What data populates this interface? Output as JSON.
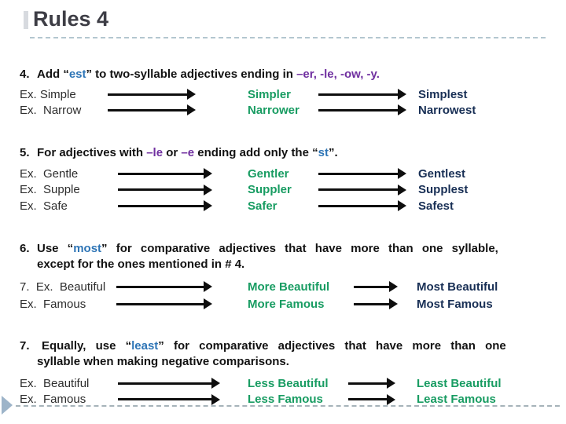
{
  "title": "Rules 4",
  "colors": {
    "keyword_blue": "#2E75B6",
    "suffix_purple": "#7030A0",
    "comparative_green": "#189C62",
    "superlative_navy": "#182F55"
  },
  "rule4": {
    "number": "4.",
    "pre": "Add “",
    "keyword": "est",
    "mid": "” to two-syllable adjectives ending in ",
    "suffixes": "–er, -le, -ow, -y.",
    "examples": [
      {
        "base": "Ex. Simple",
        "comparative": "Simpler",
        "superlative": "Simplest"
      },
      {
        "base": "Ex.  Narrow",
        "comparative": "Narrower",
        "superlative": "Narrowest"
      }
    ]
  },
  "rule5": {
    "number": "5.",
    "t1": "For adjectives with ",
    "suffix1": "–le",
    "t2": " or ",
    "suffix2": "–e",
    "t3": " ending add only the “",
    "keyword": "st",
    "t4": "”.",
    "examples": [
      {
        "base": "Ex.  Gentle",
        "comparative": "Gentler",
        "superlative": "Gentlest"
      },
      {
        "base": "Ex.  Supple",
        "comparative": "Suppler",
        "superlative": "Supplest"
      },
      {
        "base": "Ex.  Safe",
        "comparative": "Safer",
        "superlative": "Safest"
      }
    ]
  },
  "rule6": {
    "number": "6.",
    "line1_pre": "Use “",
    "keyword": "most",
    "line1_post": "” for comparative adjectives that have more than one syllable,",
    "line2": "except for the ones mentioned in # 4.",
    "examples": [
      {
        "base": "7.  Ex.  Beautiful",
        "comparative": "More Beautiful",
        "superlative": "Most Beautiful"
      },
      {
        "base": "Ex.  Famous",
        "comparative": "More Famous",
        "superlative": "Most Famous"
      }
    ]
  },
  "rule7": {
    "number": "7.",
    "line1_pre": "Equally, use “",
    "keyword": "least",
    "line1_post": "” for comparative adjectives that have more than one",
    "line2": "syllable when making negative comparisons.",
    "examples": [
      {
        "base": "Ex.  Beautiful",
        "comparative": "Less Beautiful",
        "superlative": "Least Beautiful"
      },
      {
        "base": "Ex.  Famous",
        "comparative": "Less Famous",
        "superlative": "Least Famous"
      }
    ]
  }
}
